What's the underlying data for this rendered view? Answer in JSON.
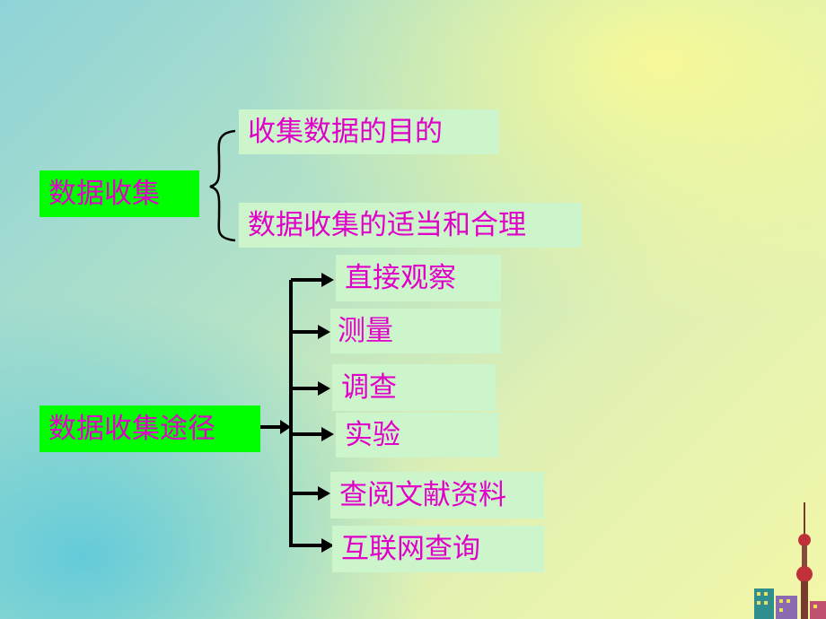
{
  "slide": {
    "topic1": {
      "label": "数据收集",
      "items": [
        "收集数据的目的",
        "数据收集的适当和合理"
      ]
    },
    "topic2": {
      "label": "数据收集途径",
      "methods": [
        "直接观察",
        "测量",
        "调查",
        "实验",
        "查阅文献资料",
        "互联网查询"
      ]
    },
    "colors": {
      "text": "#e000c8",
      "label_bg": "#00ff00",
      "box_bg": "#ccf5cc",
      "arrow": "#000000"
    },
    "decoration": "city-skyline-icon"
  }
}
